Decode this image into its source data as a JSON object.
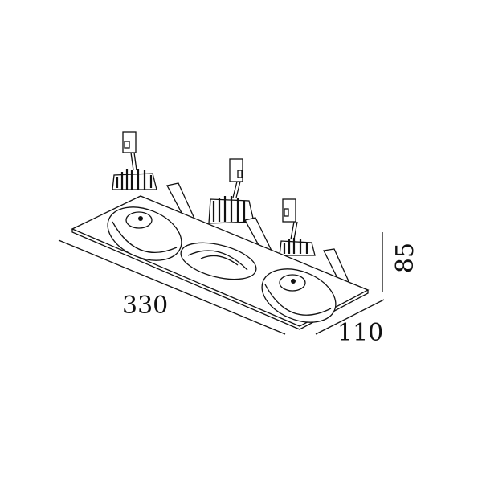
{
  "dimensions": {
    "length": "330",
    "width": "110",
    "height": "85"
  },
  "colors": {
    "line": "#111111",
    "background": "#ffffff"
  }
}
